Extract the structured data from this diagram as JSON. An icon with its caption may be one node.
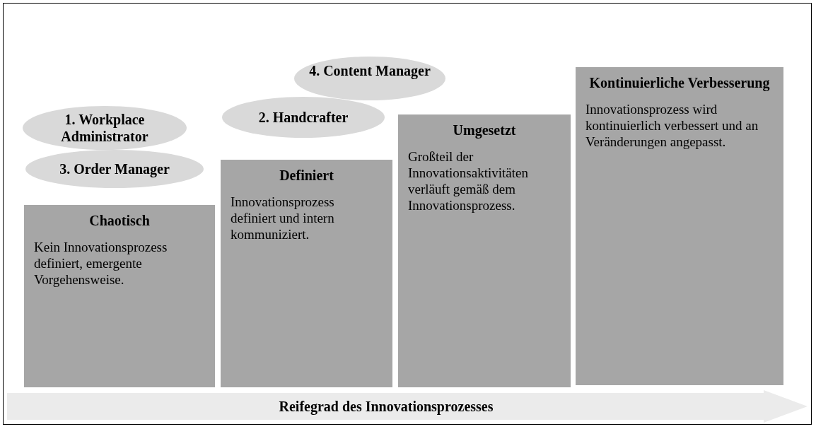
{
  "diagram": {
    "nodes": [
      {
        "text": [
          "Chaotisch",
          "Kein Innovationsprozess definiert, emergente Vorgehensweise."
        ]
      },
      {
        "text": [
          "Definiert",
          "Innovationsprozess definiert und intern kommuniziert."
        ]
      },
      {
        "text": [
          "Umgesetzt",
          "Großteil der Innovationsaktivitäten verläuft gemäß dem Innovationsprozess."
        ]
      },
      {
        "text": [
          "Kontinuierliche Verbesserung",
          "Innovationsprozess wird kontinuierlich verbessert und an Veränderungen angepasst."
        ]
      },
      {
        "text": [
          "1. Workplace Administrator"
        ]
      },
      {
        "text": [
          "3. Order Manager"
        ]
      },
      {
        "text": [
          "2. Handcrafter"
        ]
      },
      {
        "text": [
          "4. Content Manager"
        ]
      },
      {
        "text": [
          "Reifegrad des Innovationsprozesses"
        ]
      }
    ]
  }
}
